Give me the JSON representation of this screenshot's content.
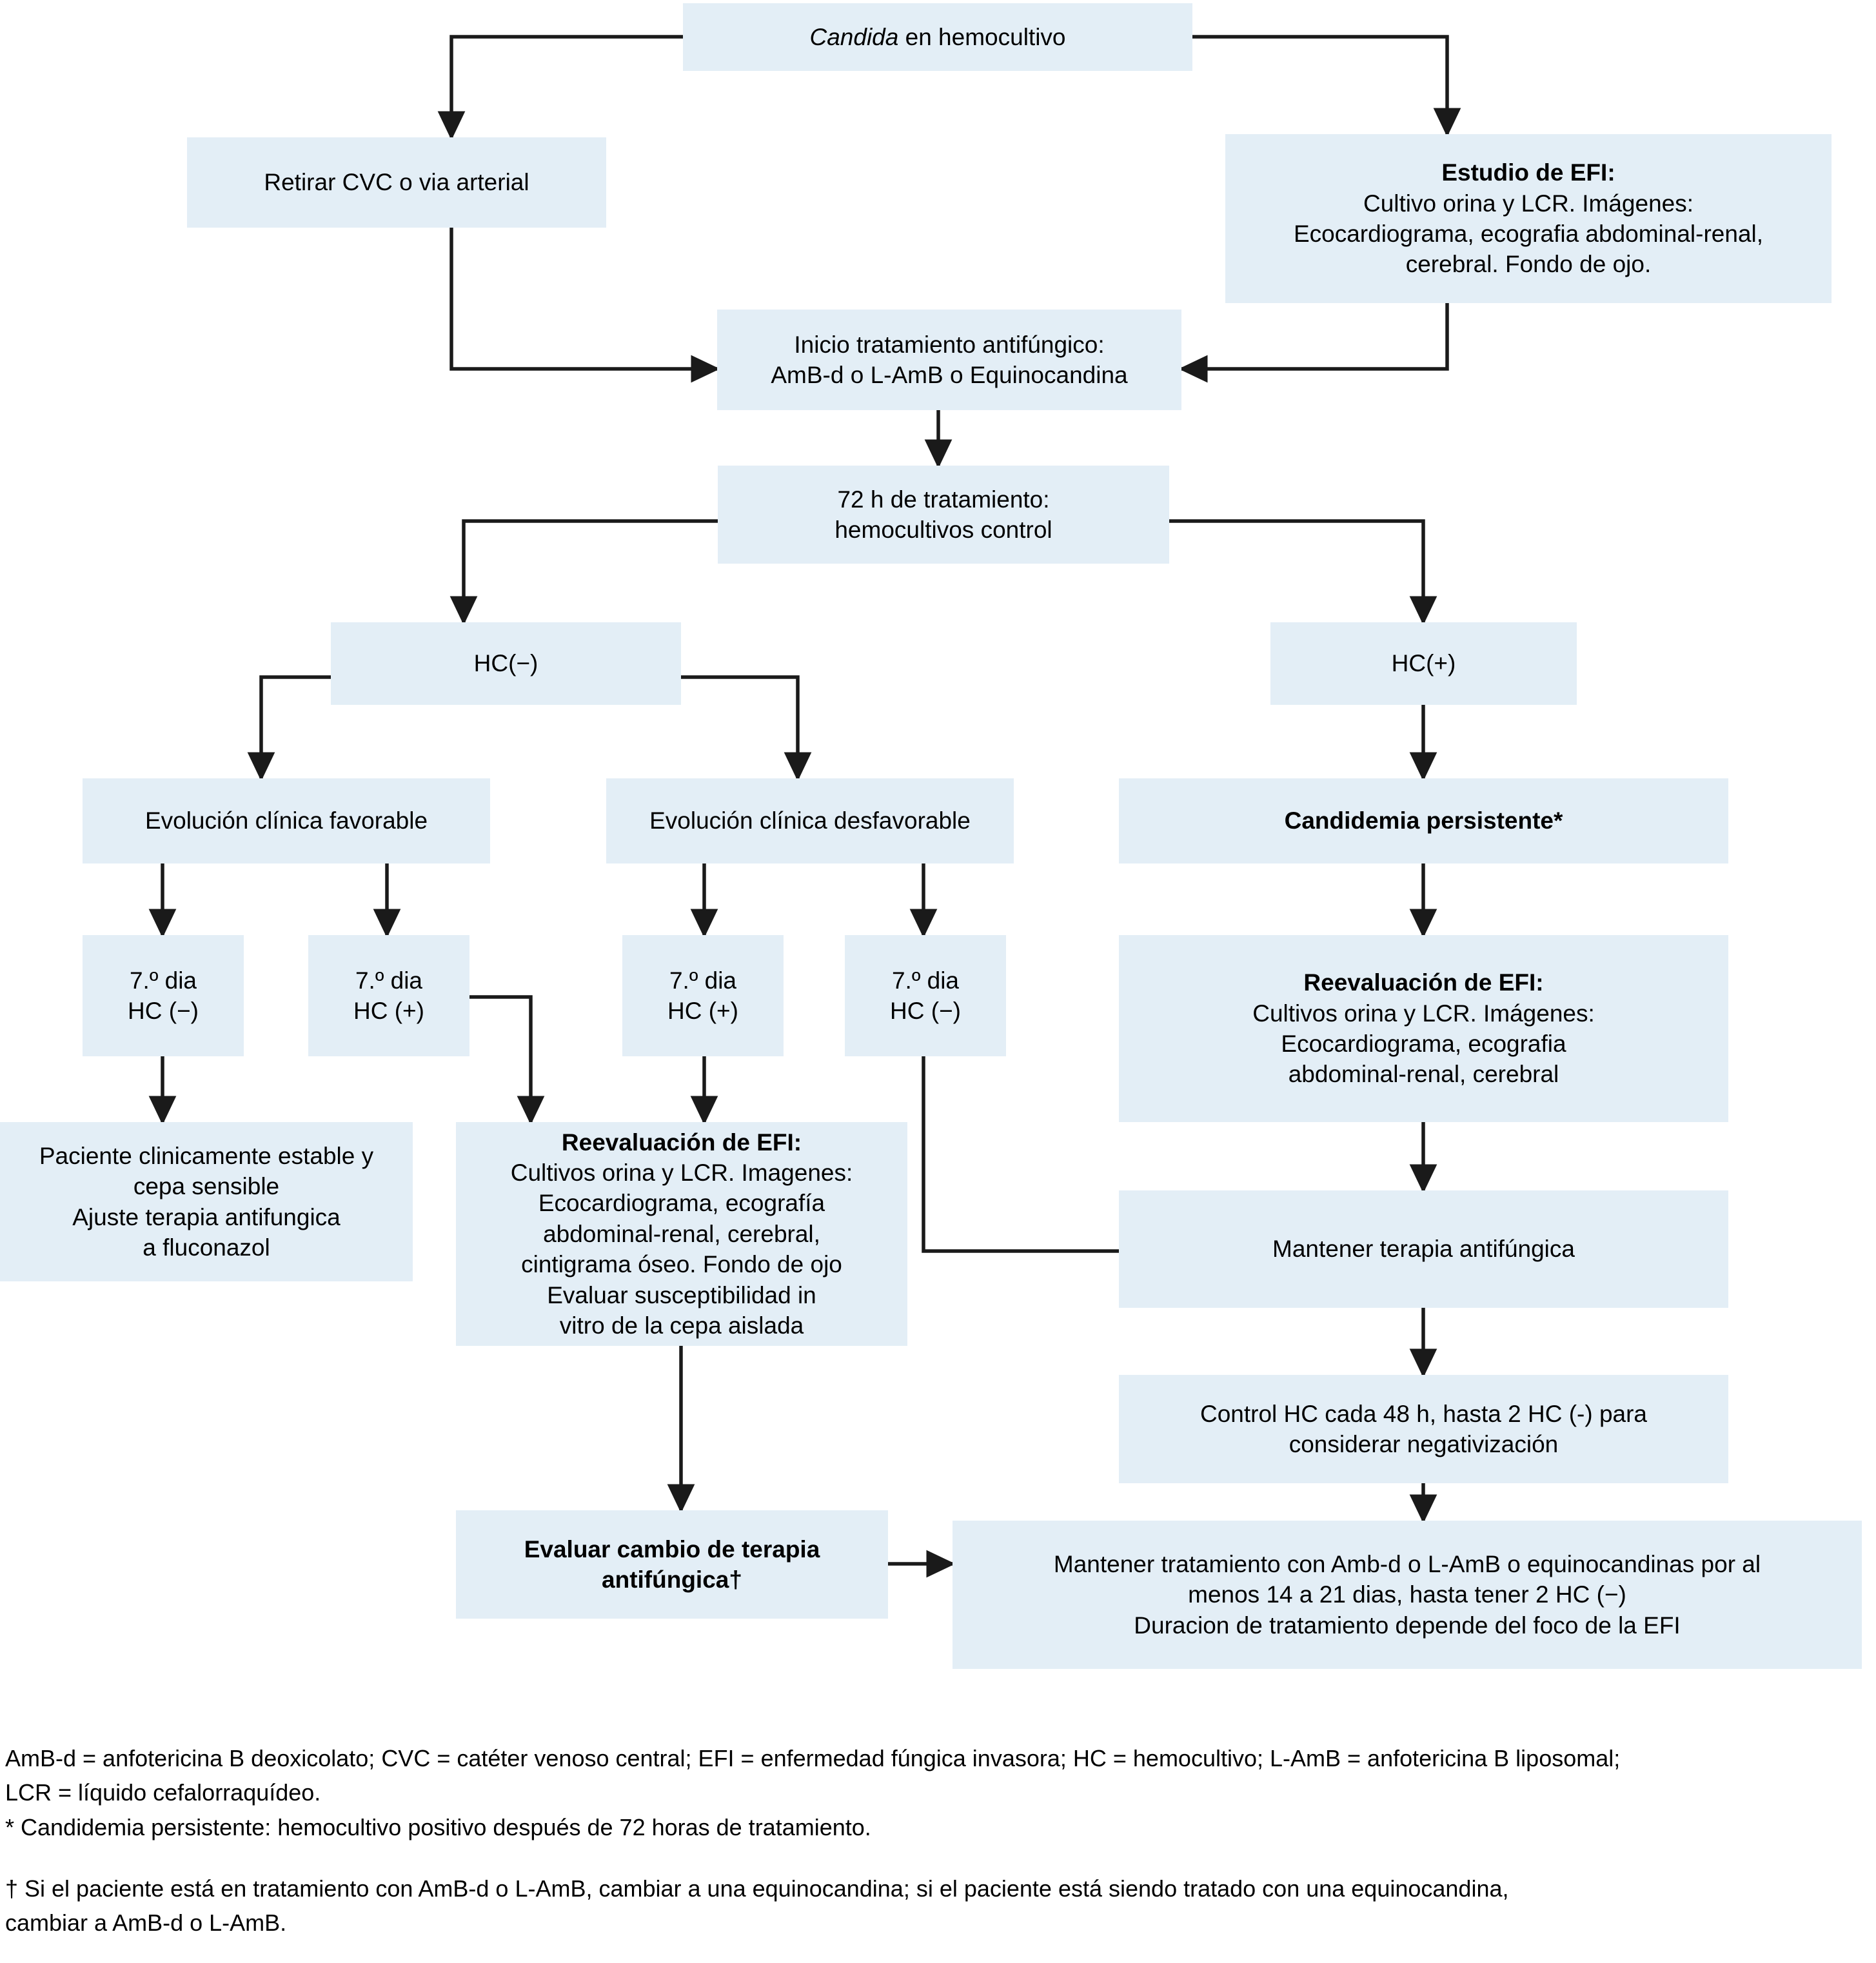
{
  "diagram": {
    "title_node": {
      "italic_word": "Candida",
      "rest": " en hemocultivo"
    },
    "nodes": {
      "retirar_cvc": "Retirar CVC o via arterial",
      "estudio_efi_title": "Estudio de EFI:",
      "estudio_efi_body": "Cultivo orina y LCR. Imágenes: Ecocardiograma, ecografia abdominal-renal, cerebral. Fondo de ojo.",
      "estudio_efi_l1": "Cultivo orina y LCR. Imágenes:",
      "estudio_efi_l2": "Ecocardiograma, ecografia abdominal-renal,",
      "estudio_efi_l3": "cerebral. Fondo de ojo.",
      "inicio_l1": "Inicio tratamiento antifúngico:",
      "inicio_l2": "AmB-d o L-AmB o Equinocandina",
      "h72_l1": "72 h de tratamiento:",
      "h72_l2": "hemocultivos control",
      "hc_neg": "HC(−)",
      "hc_pos": "HC(+)",
      "evol_favorable": "Evolución clínica favorable",
      "evol_desfavorable": "Evolución clínica desfavorable",
      "dia7_a_l1": "7.º dia",
      "dia7_a_l2": "HC (−)",
      "dia7_b_l1": "7.º dia",
      "dia7_b_l2": "HC (+)",
      "dia7_c_l1": "7.º dia",
      "dia7_c_l2": "HC (+)",
      "dia7_d_l1": "7.º dia",
      "dia7_d_l2": "HC (−)",
      "paciente_l1": "Paciente clinicamente estable y",
      "paciente_l2": "cepa sensible",
      "paciente_l3": "Ajuste terapia antifungica",
      "paciente_l4": "a fluconazol",
      "reeval_c_title": "Reevaluación de EFI:",
      "reeval_c_l1": "Cultivos orina y LCR. Imagenes:",
      "reeval_c_l2": "Ecocardiograma, ecografía",
      "reeval_c_l3": "abdominal-renal, cerebral,",
      "reeval_c_l4": "cintigrama óseo. Fondo de ojo",
      "reeval_c_l5": "Evaluar susceptibilidad in",
      "reeval_c_l6": "vitro de la cepa aislada",
      "candidemia_persistente": "Candidemia persistente*",
      "reeval_r_title": "Reevaluación de EFI:",
      "reeval_r_l1": "Cultivos orina y LCR. Imágenes:",
      "reeval_r_l2": "Ecocardiograma, ecografia",
      "reeval_r_l3": "abdominal-renal, cerebral",
      "mantener_terapia": "Mantener terapia antifúngica",
      "control_hc_l1": "Control HC cada 48 h, hasta 2 HC (-) para",
      "control_hc_l2": "considerar negativización",
      "evaluar_cambio_l1": "Evaluar cambio de terapia",
      "evaluar_cambio_l2": "antifúngica†",
      "mantener_trat_l1": "Mantener tratamiento con Amb-d o L-AmB o equinocandinas por al",
      "mantener_trat_l2": "menos 14 a 21 dias, hasta tener 2 HC (−)",
      "mantener_trat_l3": "Duracion de tratamiento depende del foco de la EFI"
    },
    "footnotes": {
      "abbrev_line1": "AmB-d = anfotericina B deoxicolato; CVC = catéter venoso central; EFI = enfermedad fúngica invasora; HC = hemocultivo; L-AmB = anfotericina B liposomal;",
      "abbrev_line2": "LCR = líquido cefalorraquídeo.",
      "star_note": "* Candidemia persistente: hemocultivo positivo después de 72 horas de tratamiento.",
      "dagger_line1": "† Si el paciente está en tratamiento con AmB-d o L-AmB, cambiar a una equinocandina; si el paciente está siendo tratado con una equinocandina,",
      "dagger_line2": "cambiar a AmB-d o L-AmB."
    },
    "colors": {
      "box_fill": "#e3eef6",
      "line": "#1a1a1a",
      "text": "#000000",
      "background": "#ffffff"
    }
  }
}
